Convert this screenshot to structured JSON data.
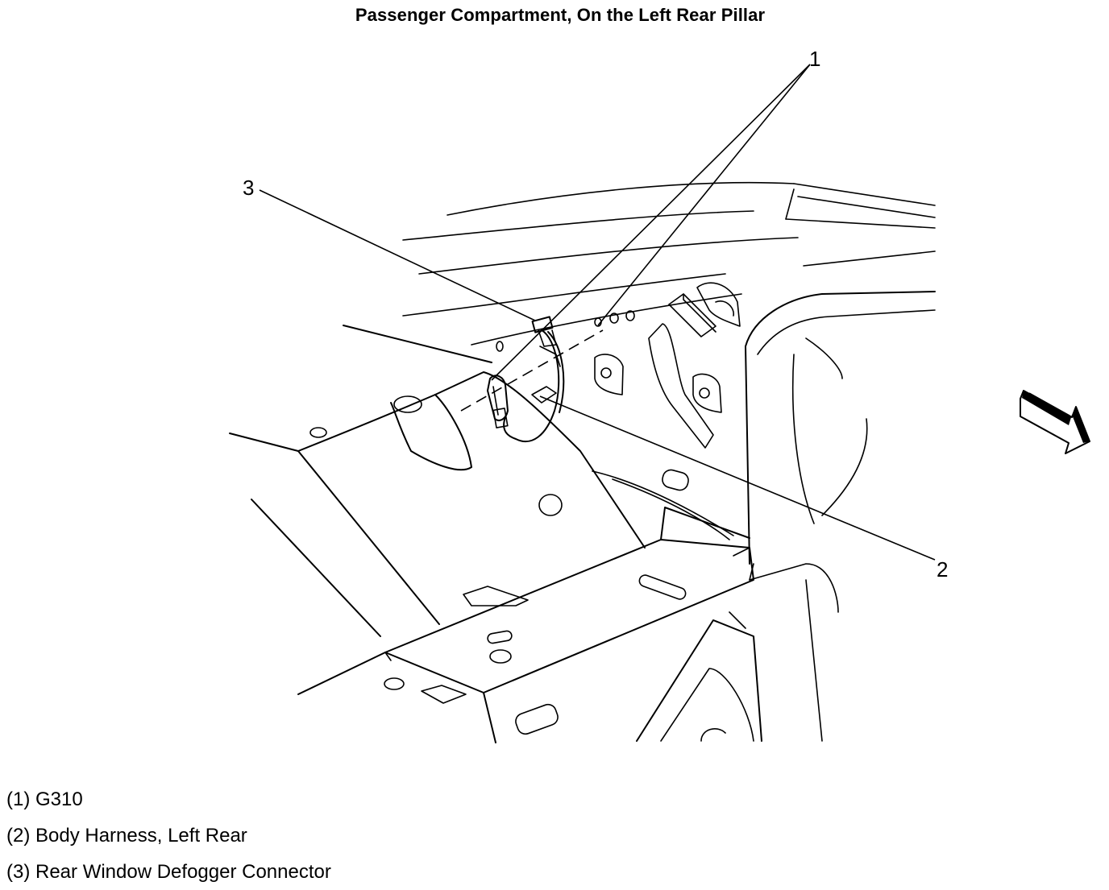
{
  "title": "Passenger Compartment, On the Left Rear Pillar",
  "callouts": {
    "c1": "1",
    "c2": "2",
    "c3": "3"
  },
  "legend": [
    "(1) G310",
    "(2) Body Harness, Left Rear",
    "(3) Rear Window Defogger Connector"
  ],
  "icons": {
    "direction_arrow": "forward-arrow-icon"
  },
  "colors": {
    "line": "#000000",
    "background": "#ffffff"
  }
}
